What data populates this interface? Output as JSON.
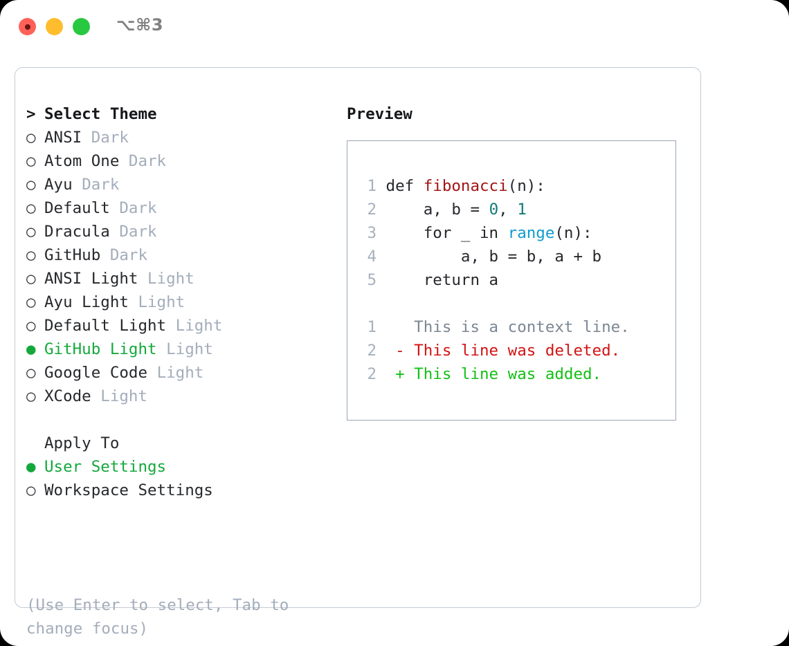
{
  "window": {
    "shortcut": "⌥⌘3",
    "traffic_lights": [
      {
        "name": "close",
        "color": "#ff6159"
      },
      {
        "name": "minimize",
        "color": "#ffbd2e"
      },
      {
        "name": "maximize",
        "color": "#28c840"
      }
    ]
  },
  "theme_panel": {
    "header_prefix": "> ",
    "header": "Select Theme",
    "marker_selected": "● ",
    "marker_unselected": "○ ",
    "items": [
      {
        "name": "ANSI",
        "category": "Dark",
        "selected": false
      },
      {
        "name": "Atom One",
        "category": "Dark",
        "selected": false
      },
      {
        "name": "Ayu",
        "category": "Dark",
        "selected": false
      },
      {
        "name": "Default",
        "category": "Dark",
        "selected": false
      },
      {
        "name": "Dracula",
        "category": "Dark",
        "selected": false
      },
      {
        "name": "GitHub",
        "category": "Dark",
        "selected": false
      },
      {
        "name": "ANSI Light",
        "category": "Light",
        "selected": false
      },
      {
        "name": "Ayu Light",
        "category": "Light",
        "selected": false
      },
      {
        "name": "Default Light",
        "category": "Light",
        "selected": false
      },
      {
        "name": "GitHub Light",
        "category": "Light",
        "selected": true
      },
      {
        "name": "Google Code",
        "category": "Light",
        "selected": false
      },
      {
        "name": "XCode",
        "category": "Light",
        "selected": false
      }
    ]
  },
  "apply_to": {
    "header": "Apply To",
    "items": [
      {
        "name": "User Settings",
        "selected": true
      },
      {
        "name": "Workspace Settings",
        "selected": false
      }
    ]
  },
  "hint": "(Use Enter to select, Tab to change focus)",
  "preview": {
    "title": "Preview",
    "code_lines": [
      {
        "number": "1",
        "tokens": [
          {
            "text": "def ",
            "type": "plain"
          },
          {
            "text": "fibonacci",
            "type": "function"
          },
          {
            "text": "(n):",
            "type": "plain"
          }
        ]
      },
      {
        "number": "2",
        "tokens": [
          {
            "text": "    a, b = ",
            "type": "plain"
          },
          {
            "text": "0",
            "type": "number"
          },
          {
            "text": ", ",
            "type": "plain"
          },
          {
            "text": "1",
            "type": "number"
          }
        ]
      },
      {
        "number": "3",
        "tokens": [
          {
            "text": "    for _ in ",
            "type": "plain"
          },
          {
            "text": "range",
            "type": "builtin"
          },
          {
            "text": "(n):",
            "type": "plain"
          }
        ]
      },
      {
        "number": "4",
        "tokens": [
          {
            "text": "        a, b = b, a + b",
            "type": "plain"
          }
        ]
      },
      {
        "number": "5",
        "tokens": [
          {
            "text": "    return a",
            "type": "plain"
          }
        ]
      }
    ],
    "diff_lines": [
      {
        "number": "1",
        "sign": "  ",
        "text": "This is a context line.",
        "type": "context"
      },
      {
        "number": "2",
        "sign": "- ",
        "text": "This line was deleted.",
        "type": "deleted"
      },
      {
        "number": "2",
        "sign": "+ ",
        "text": "This line was added.",
        "type": "added"
      }
    ]
  },
  "colors": {
    "accent_green": "#14a83c",
    "muted": "#a3adbb",
    "border": "#c3cad4",
    "preview_border": "#9aa6b6",
    "function": "#a31515",
    "number": "#0f7b74",
    "builtin": "#0f9bd0",
    "diff_deleted": "#d01414",
    "diff_added": "#12c014",
    "diff_context": "#7c8793"
  }
}
